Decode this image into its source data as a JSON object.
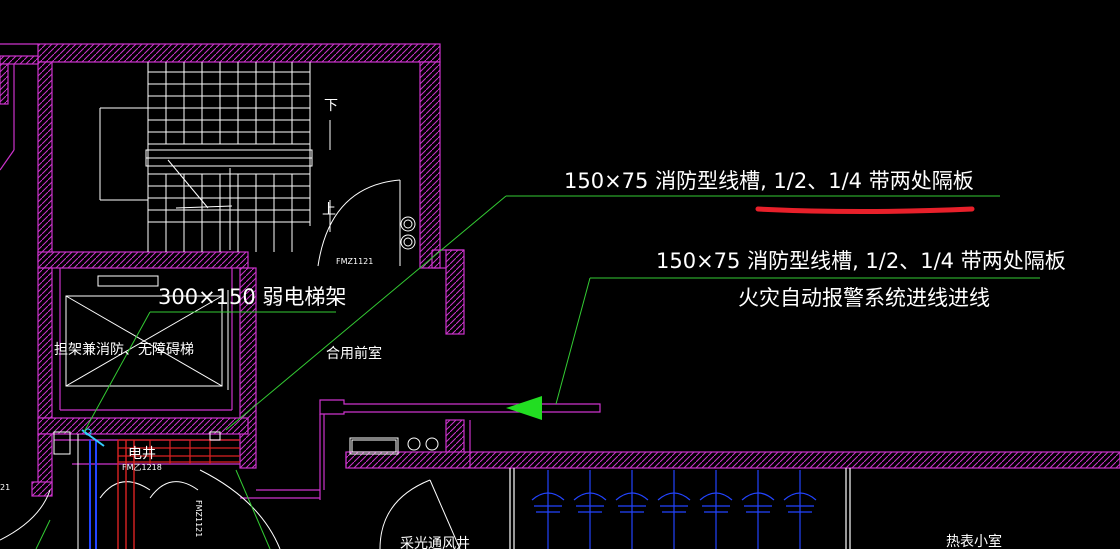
{
  "colors": {
    "background": "#000000",
    "wall": "#cc33cc",
    "line": "#ffffff",
    "leader": "#33cc33",
    "arrow": "#22dd22",
    "highlight": "#e8202a",
    "cable": "#2244ff",
    "cyan": "#33ccff",
    "red": "#dd2222"
  },
  "labels": {
    "annotation_1": "150×75 消防型线槽, 1/2、1/4 带两处隔板",
    "annotation_2_line1": "150×75 消防型线槽, 1/2、1/4 带两处隔板",
    "annotation_2_line2": "火灾自动报警系统进线进线",
    "annotation_3": "300×150 弱电梯架",
    "stair_down": "下",
    "stair_up": "上",
    "door_tag_1": "FMZ1121",
    "door_tag_2": "FM乙1218",
    "door_tag_3": "FMZ1121",
    "door_tag_4": "21",
    "elevator": "担架兼消防、无障碍梯",
    "lobby": "合用前室",
    "shaft": "电井",
    "vent": "采光通风井",
    "meter_room": "热表小室"
  }
}
